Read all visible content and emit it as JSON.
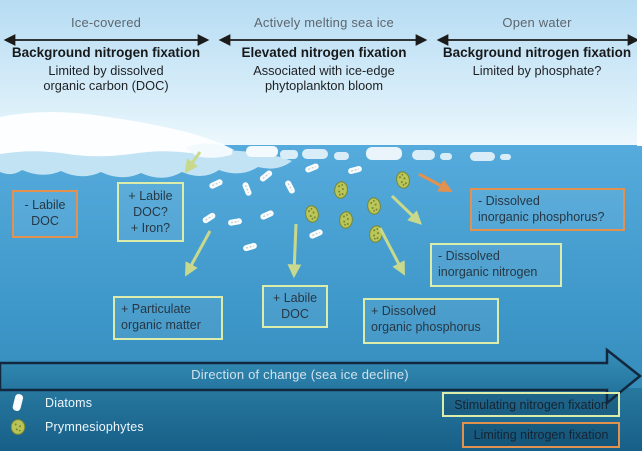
{
  "columns": [
    {
      "zone": "Ice-covered",
      "title": "Background nitrogen fixation",
      "subtitle": "Limited by dissolved\norganic carbon (DOC)"
    },
    {
      "zone": "Actively melting sea ice",
      "title": "Elevated nitrogen fixation",
      "subtitle": "Associated with ice-edge\nphytoplankton bloom"
    },
    {
      "zone": "Open water",
      "title": "Background nitrogen fixation",
      "subtitle": "Limited by phosphate?"
    }
  ],
  "labels": {
    "minus_labile_doc": "- Labile\nDOC",
    "plus_labile_doc_iron": "+ Labile\nDOC?\n+ Iron?",
    "minus_inorganic_phosphorus": "- Dissolved\ninorganic phosphorus?",
    "minus_inorganic_nitrogen": "- Dissolved\ninorganic nitrogen",
    "plus_particulate_organic_matter": "+ Particulate\norganic matter",
    "plus_labile_doc": "+ Labile\nDOC",
    "plus_dissolved_organic_phosphorus": "+ Dissolved\norganic phosphorus"
  },
  "direction_arrow": {
    "label": "Direction of change (sea ice decline)"
  },
  "legend": {
    "items": [
      {
        "icon": "diatom-icon",
        "label": "Diatoms"
      },
      {
        "icon": "prymnesiophyte-icon",
        "label": "Prymnesiophytes"
      }
    ]
  },
  "key_boxes": {
    "stimulating": "Stimulating nitrogen fixation",
    "limiting": "Limiting nitrogen fixation"
  },
  "colors": {
    "stimulating_border": "#dcecaa",
    "limiting_border": "#e2914e",
    "flux_positive_arrow": "#c9d98c",
    "flux_negative_arrow": "#e2914e",
    "water": "#4da6d8",
    "sky": "#bfe1f4"
  }
}
